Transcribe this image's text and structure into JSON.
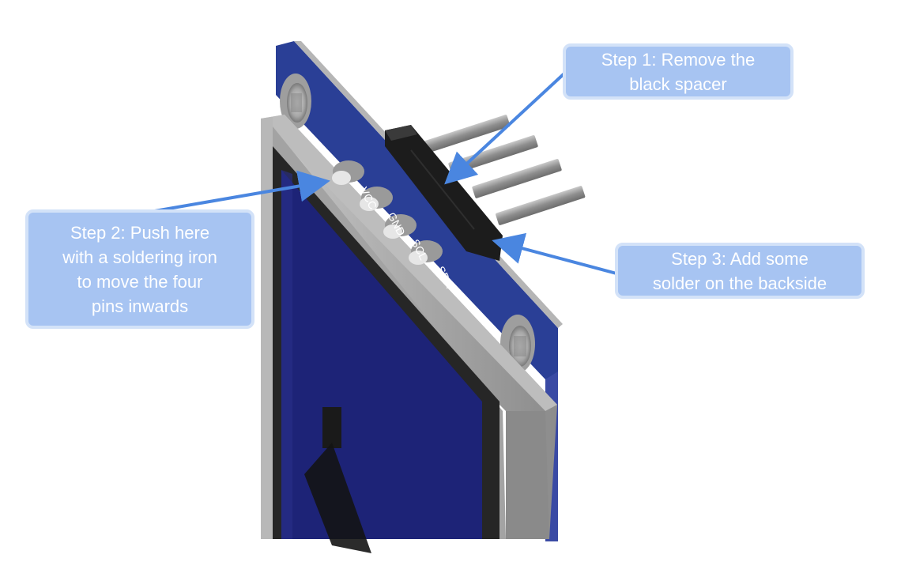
{
  "callouts": {
    "step1": {
      "lines": [
        "Step 1: Remove the",
        "black spacer"
      ]
    },
    "step2": {
      "lines": [
        "Step 2: Push here",
        "with a soldering iron",
        "to move the four",
        "pins inwards"
      ]
    },
    "step3": {
      "lines": [
        "Step 3: Add some",
        "solder on the backside"
      ]
    }
  },
  "board": {
    "pin_labels": [
      "VCC",
      "GND",
      "SCL",
      "SDA"
    ]
  },
  "colors": {
    "callout_fill": "#a7c4f2",
    "callout_border": "#d3e2f8",
    "arrow": "#4a86e0",
    "pcb_blue": "#2a3f96",
    "screen_navy": "#1d2377",
    "frame_grey": "#9a9a9a",
    "spacer_black": "#1c1c1c"
  }
}
